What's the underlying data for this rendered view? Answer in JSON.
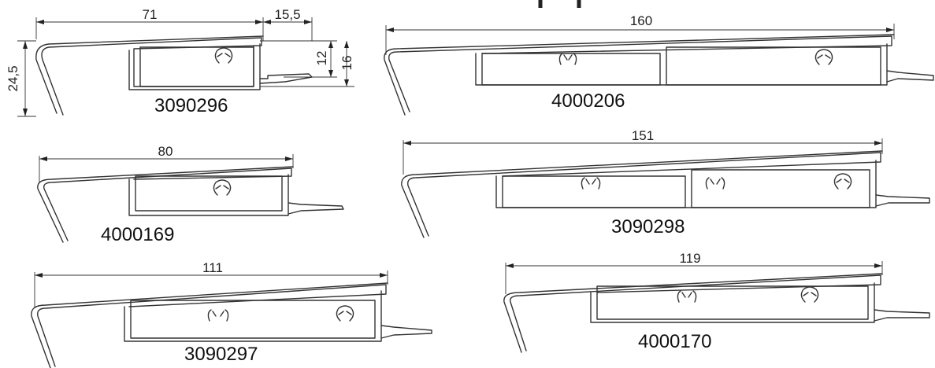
{
  "profiles": [
    {
      "code": "3090296",
      "length": "71",
      "extra_width": "15,5",
      "height": "24,5",
      "inner_height": "12",
      "outer_height": "16",
      "clips": 1
    },
    {
      "code": "4000206",
      "length": "160",
      "clips": 2
    },
    {
      "code": "4000169",
      "length": "80",
      "clips": 1
    },
    {
      "code": "3090298",
      "length": "151",
      "clips": 3
    },
    {
      "code": "3090297",
      "length": "111",
      "clips": 2
    },
    {
      "code": "4000170",
      "length": "119",
      "clips": 2
    }
  ],
  "colors": {
    "line": "#333333",
    "text": "#111111",
    "background": "#ffffff"
  }
}
